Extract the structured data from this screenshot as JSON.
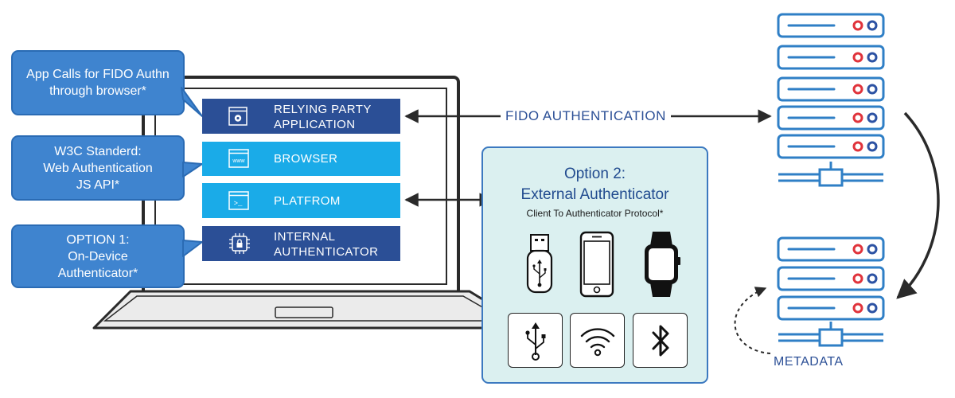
{
  "callouts": {
    "app_calls": [
      "App Calls for FIDO Authn",
      "through browser*"
    ],
    "w3c": [
      "W3C Standerd:",
      "Web Authentication",
      "JS API*"
    ],
    "option1": [
      "OPTION 1:",
      "On-Device",
      "Authenticator*"
    ]
  },
  "stack": {
    "relying_party": [
      "RELYING PARTY",
      "APPLICATION"
    ],
    "browser": "BROWSER",
    "browser_icon_text": "www",
    "platform": "PLATFROM",
    "platform_icon_text": ">_",
    "internal": [
      "INTERNAL",
      "AUTHENTICATOR"
    ]
  },
  "fido_label": "FIDO AUTHENTICATION",
  "option2": {
    "title": "Option 2:",
    "subtitle": "External Authenticator",
    "protocol": "Client To Authenticator Protocol*",
    "devices": [
      "usb-key-icon",
      "smartphone-icon",
      "smartwatch-icon",
      "usb-icon",
      "nfc-icon",
      "bluetooth-icon"
    ]
  },
  "metadata_label": "METADATA",
  "colors": {
    "dark_blue": "#2b4f96",
    "light_blue": "#1aabe8",
    "callout_blue": "#3f84cf",
    "server_blue": "#2f7fc6",
    "option2_bg": "#dbf0f0",
    "led_red": "#e0333b",
    "led_blue": "#2c52a3"
  }
}
